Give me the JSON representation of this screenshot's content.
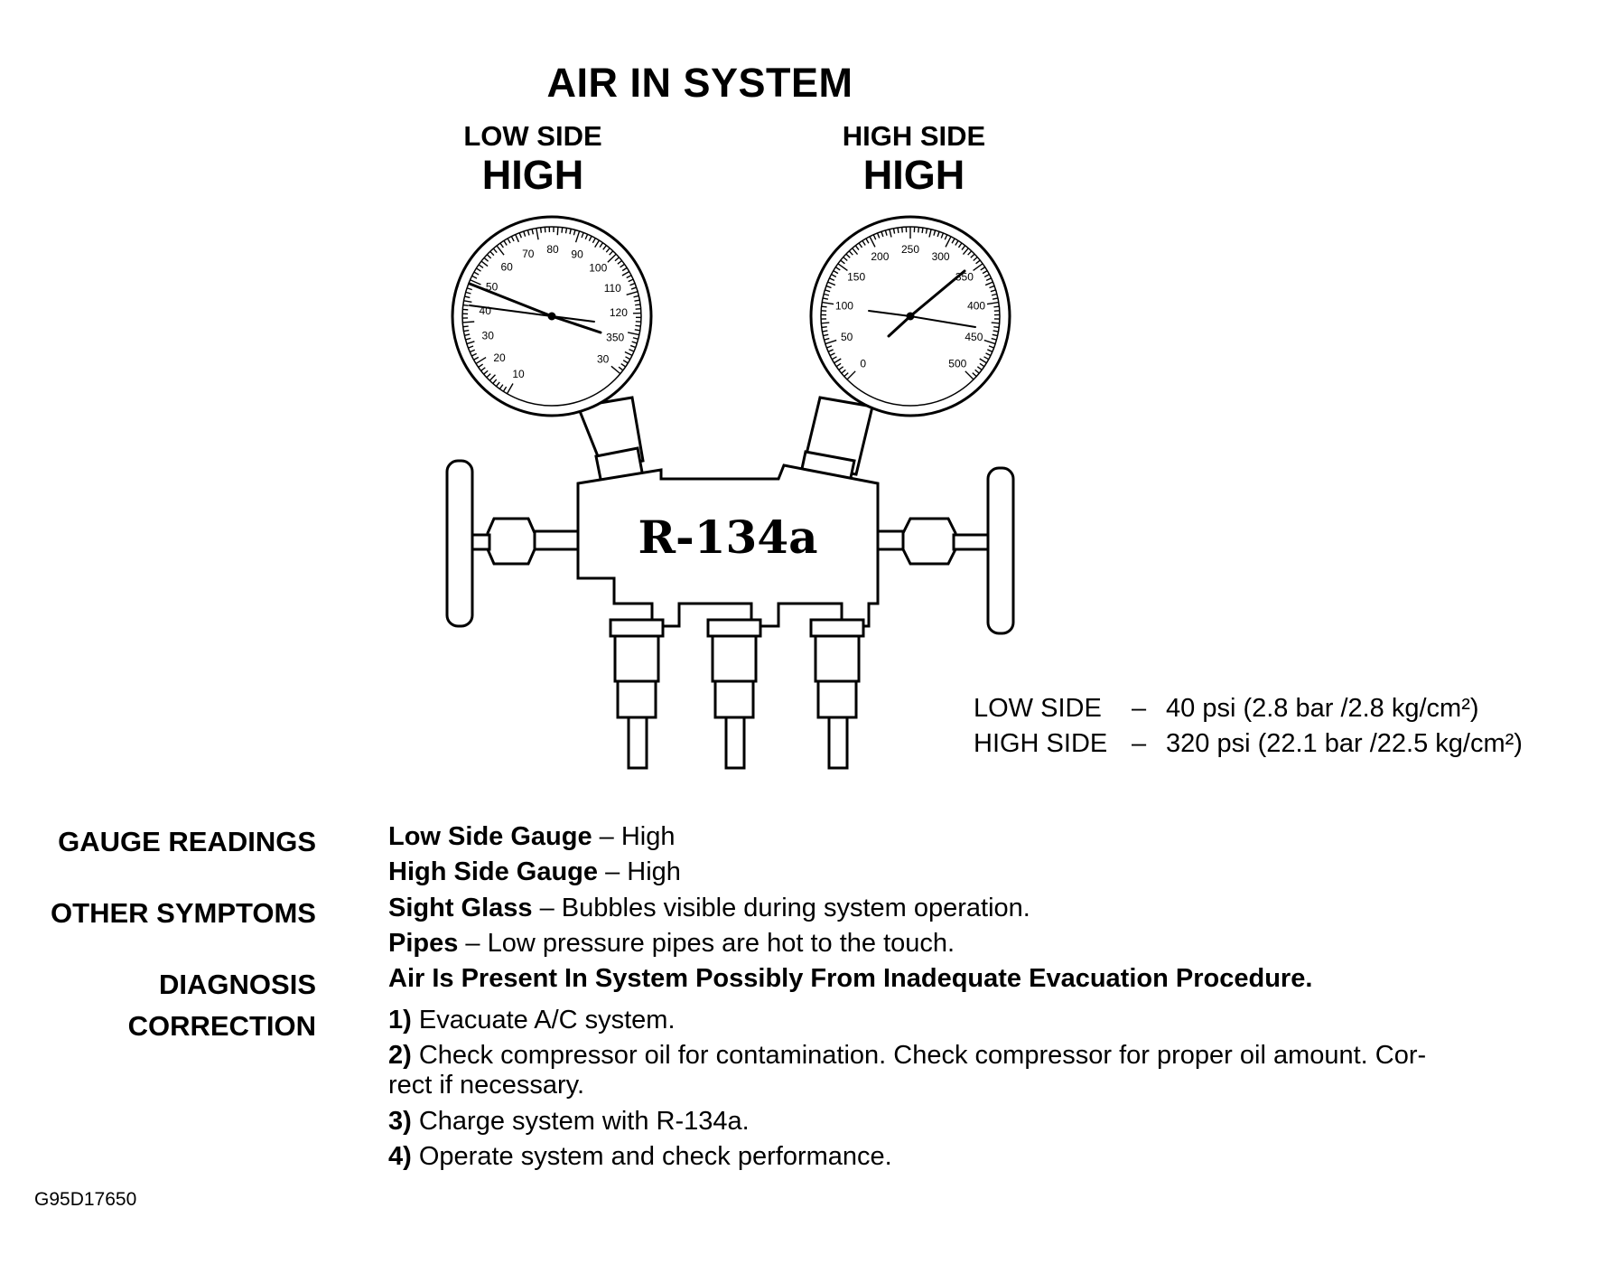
{
  "title": "AIR IN SYSTEM",
  "low_side": {
    "caption": "LOW SIDE",
    "value": "HIGH"
  },
  "high_side": {
    "caption": "HIGH SIDE",
    "value": "HIGH"
  },
  "manifold_label": "R-134a",
  "low_gauge_ticks": [
    "10",
    "20",
    "30",
    "40",
    "50",
    "60",
    "70",
    "80",
    "90",
    "100",
    "110",
    "120",
    "350",
    "30"
  ],
  "high_gauge_ticks": [
    "0",
    "50",
    "100",
    "150",
    "200",
    "250",
    "300",
    "350",
    "400",
    "450",
    "500"
  ],
  "readings": {
    "low": {
      "label": "LOW SIDE",
      "dash": "–",
      "value": "40 psi (2.8 bar /2.8 kg/cm²)"
    },
    "high": {
      "label": "HIGH SIDE",
      "dash": "–",
      "value": "320 psi (22.1 bar /22.5 kg/cm²)"
    }
  },
  "sections": {
    "gauge_readings": {
      "label": "GAUGE READINGS",
      "lines": [
        {
          "bold": "Low Side Gauge",
          "text": " – High"
        },
        {
          "bold": "High Side Gauge",
          "text": " – High"
        }
      ]
    },
    "other_symptoms": {
      "label": "OTHER SYMPTOMS",
      "lines": [
        {
          "bold": "Sight Glass",
          "text": " – Bubbles visible during system operation."
        },
        {
          "bold": "Pipes",
          "text": " – Low pressure pipes are hot to the touch."
        }
      ]
    },
    "diagnosis": {
      "label": "DIAGNOSIS",
      "text": "Air Is Present In System Possibly From Inadequate Evacuation Procedure."
    },
    "correction": {
      "label": "CORRECTION",
      "steps": [
        {
          "num": "1)",
          "text": " Evacuate A/C system."
        },
        {
          "num": "2)",
          "text": " Check compressor oil for contamination. Check compressor for proper oil amount. Cor-"
        },
        {
          "num": "",
          "text": "rect if necessary."
        },
        {
          "num": "3)",
          "text": " Charge system with R-134a."
        },
        {
          "num": "4)",
          "text": " Operate system and check performance."
        }
      ]
    }
  },
  "figure_id": "G95D17650"
}
